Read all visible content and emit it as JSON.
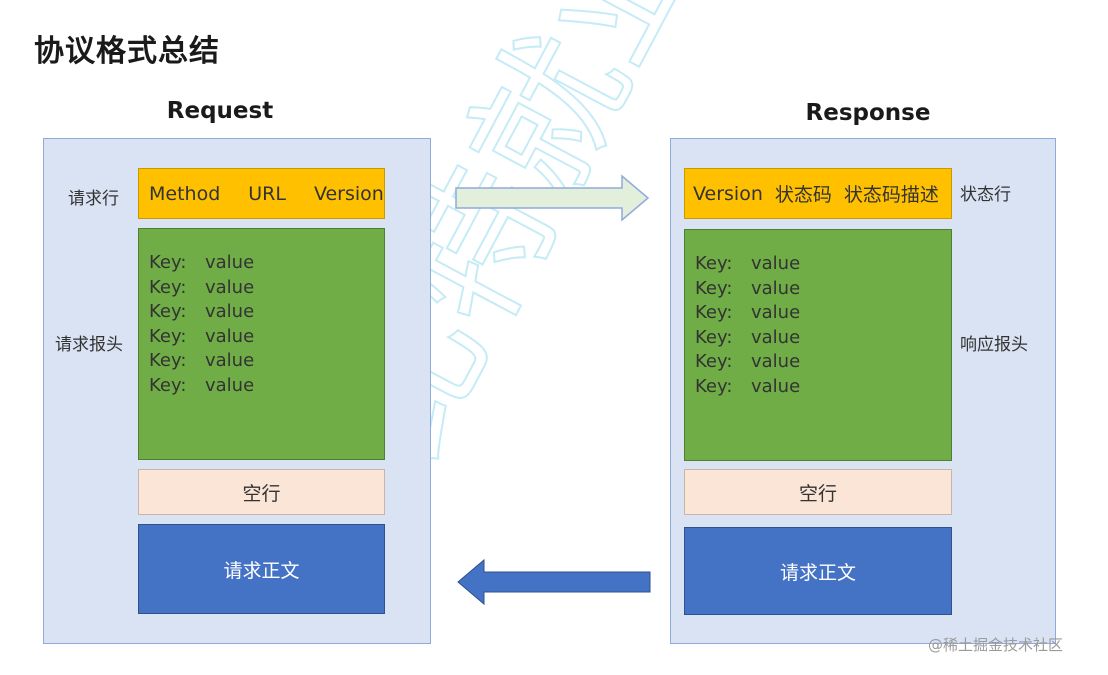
{
  "title": "协议格式总结",
  "request": {
    "heading": "Request",
    "row_label": "请求行",
    "headers_label": "请求报头",
    "line": [
      "Method",
      "URL",
      "Version"
    ],
    "headers": [
      {
        "key": "Key:",
        "value": "value"
      },
      {
        "key": "Key:",
        "value": "value"
      },
      {
        "key": "Key:",
        "value": "value"
      },
      {
        "key": "Key:",
        "value": "value"
      },
      {
        "key": "Key:",
        "value": "value"
      },
      {
        "key": "Key:",
        "value": "value"
      }
    ],
    "blank_line": "空行",
    "body": "请求正文"
  },
  "response": {
    "heading": "Response",
    "row_label": "状态行",
    "headers_label": "响应报头",
    "line": [
      "Version",
      "状态码",
      "状态码描述"
    ],
    "headers": [
      {
        "key": "Key:",
        "value": "value"
      },
      {
        "key": "Key:",
        "value": "value"
      },
      {
        "key": "Key:",
        "value": "value"
      },
      {
        "key": "Key:",
        "value": "value"
      },
      {
        "key": "Key:",
        "value": "value"
      },
      {
        "key": "Key:",
        "value": "value"
      }
    ],
    "blank_line": "空行",
    "body": "请求正文"
  },
  "watermark": "@稀土掘金技术社区",
  "background_watermark_text": "比特就业",
  "colors": {
    "panel": "#dae3f3",
    "start_line": "#ffc000",
    "headers": "#70ad47",
    "blank_line": "#fbe5d6",
    "body": "#4472c4",
    "arrow_right": "#e2efda",
    "arrow_left": "#4472c4"
  }
}
